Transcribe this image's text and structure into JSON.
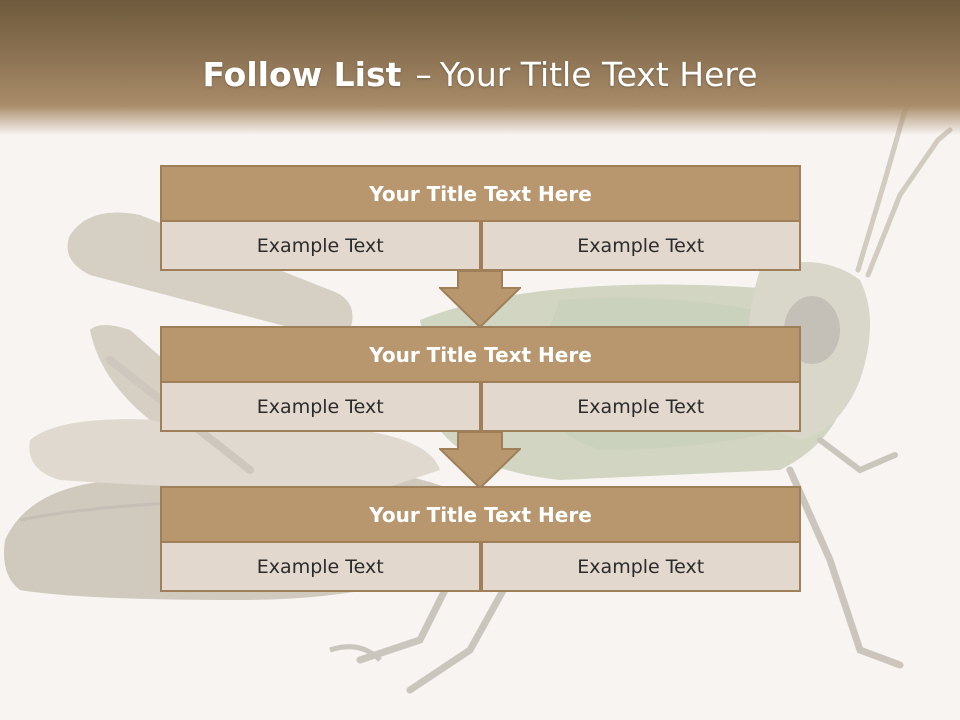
{
  "title": {
    "bold": "Follow List",
    "separator": "–",
    "rest": "Your Title Text Here"
  },
  "blocks": [
    {
      "title": "Your Title Text Here",
      "cells": [
        "Example Text",
        "Example Text"
      ]
    },
    {
      "title": "Your Title Text Here",
      "cells": [
        "Example Text",
        "Example Text"
      ]
    },
    {
      "title": "Your Title Text Here",
      "cells": [
        "Example Text",
        "Example Text"
      ]
    }
  ],
  "colors": {
    "header": "#8e7555",
    "block_title": "#b8976f",
    "cell": "#e3d8ce",
    "border": "#9f7f58",
    "arrow": "#b8976f"
  },
  "background_image": "grasshopper"
}
